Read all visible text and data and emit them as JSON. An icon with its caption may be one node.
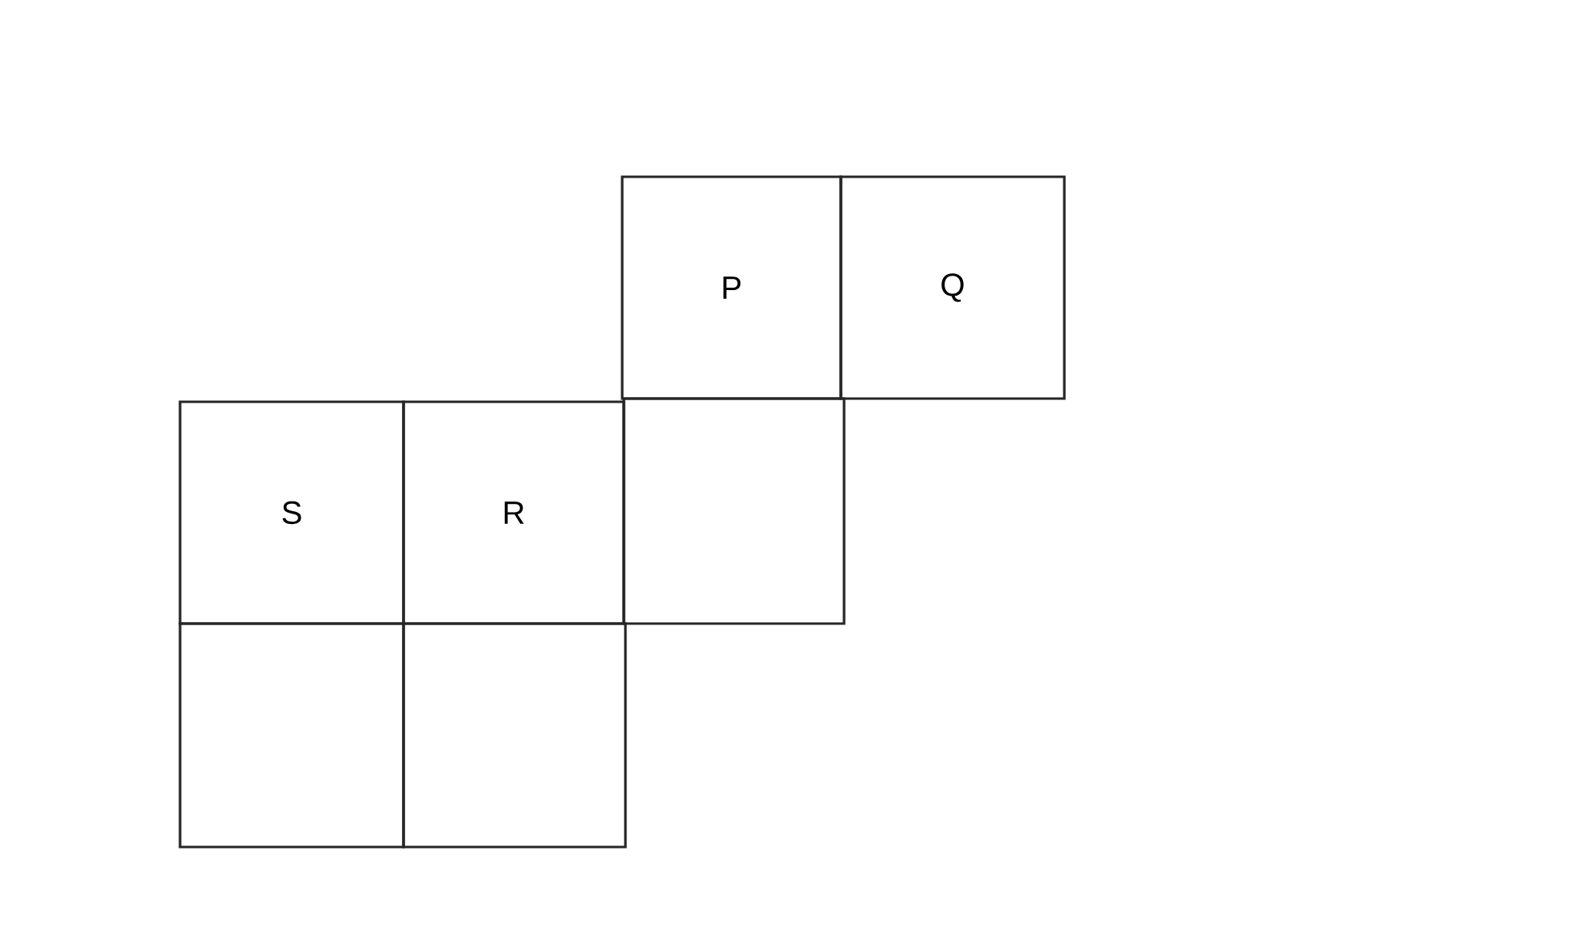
{
  "diagram": {
    "nodes": [
      {
        "text": [
          "P"
        ]
      },
      {
        "text": [
          "Q"
        ]
      },
      {
        "text": [
          "S"
        ]
      },
      {
        "text": [
          "R"
        ]
      },
      {
        "text": [],
        "shape": "box"
      },
      {
        "text": [],
        "shape": "box"
      },
      {
        "text": [],
        "shape": "box"
      }
    ]
  }
}
